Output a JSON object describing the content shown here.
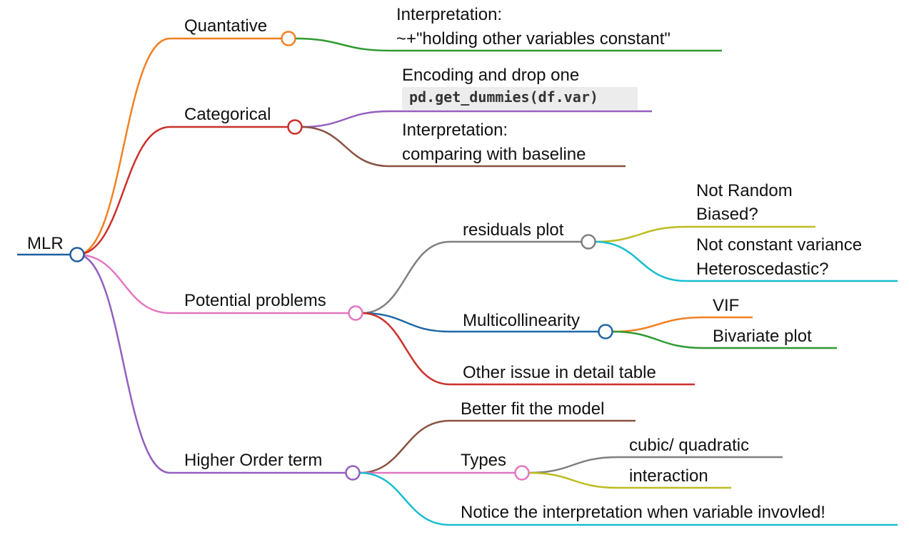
{
  "root": {
    "label": "MLR",
    "color": "#1f5fa0"
  },
  "branches": [
    {
      "label": "Quantative",
      "color": "#f28022",
      "children": [
        {
          "lines": [
            "Interpretation:",
            "~+\"holding other variables constant\""
          ],
          "color": "#2e9a30"
        }
      ]
    },
    {
      "label": "Categorical",
      "color": "#cc2f2a",
      "children": [
        {
          "lines": [
            "Encoding and drop one"
          ],
          "code": "pd.get_dummies(df.var)",
          "color": "#9360bf"
        },
        {
          "lines": [
            "Interpretation:",
            "comparing with baseline"
          ],
          "color": "#8a5242"
        }
      ]
    },
    {
      "label": "Potential problems",
      "color": "#e376c1",
      "children": [
        {
          "lines": [
            "residuals plot"
          ],
          "color": "#7f7f7f",
          "children": [
            {
              "lines": [
                "Not Random",
                "Biased?"
              ],
              "color": "#bcbd22"
            },
            {
              "lines": [
                "Not constant variance",
                "Heteroscedastic?"
              ],
              "color": "#17becf"
            }
          ]
        },
        {
          "lines": [
            "Multicollinearity"
          ],
          "color": "#1f68a4",
          "children": [
            {
              "lines": [
                "VIF"
              ],
              "color": "#f28022"
            },
            {
              "lines": [
                "Bivariate plot"
              ],
              "color": "#2e9a30"
            }
          ]
        },
        {
          "lines": [
            "Other issue in detail table"
          ],
          "color": "#cc2f2a"
        }
      ]
    },
    {
      "label": "Higher Order term",
      "color": "#9360bf",
      "children": [
        {
          "lines": [
            "Better fit the model"
          ],
          "color": "#8a5242"
        },
        {
          "lines": [
            "Types"
          ],
          "color": "#e376c1",
          "children": [
            {
              "lines": [
                "cubic/ quadratic"
              ],
              "color": "#7f7f7f"
            },
            {
              "lines": [
                "interaction"
              ],
              "color": "#bcbd22"
            }
          ]
        },
        {
          "lines": [
            "Notice the interpretation when variable invovled!"
          ],
          "color": "#17becf"
        }
      ]
    }
  ]
}
